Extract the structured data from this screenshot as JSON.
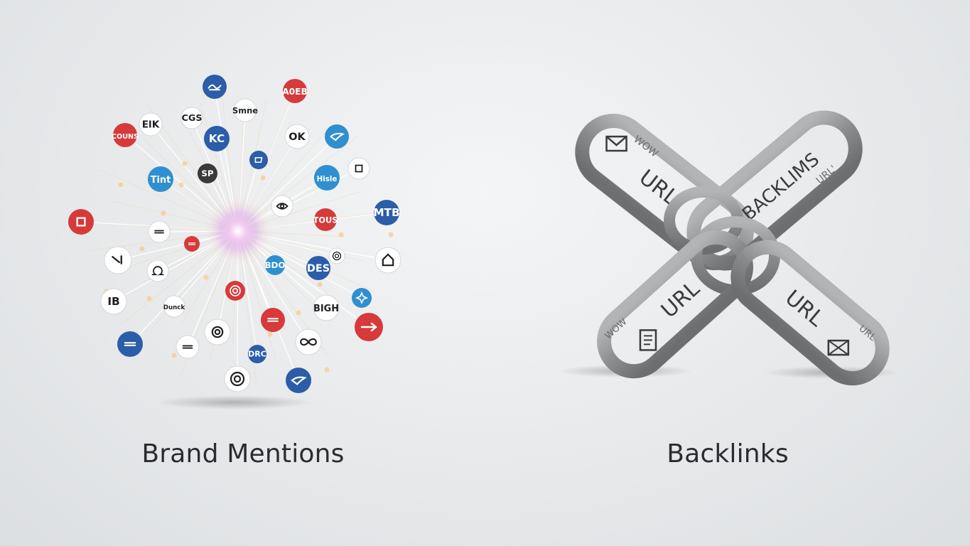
{
  "captions": {
    "left": "Brand Mentions",
    "right": "Backlinks"
  },
  "brand_nodes": [
    {
      "label": "",
      "color": "#2b5da8",
      "icon": "script-logo"
    },
    {
      "label": "A0EB",
      "color": "#d63a3a"
    },
    {
      "label": "Smne",
      "color": "#ffffff"
    },
    {
      "label": "ElK",
      "color": "#ffffff"
    },
    {
      "label": "CGS",
      "color": "#ffffff"
    },
    {
      "label": "COUNS",
      "color": "#d63a3a"
    },
    {
      "label": "KC",
      "color": "#2b5da8"
    },
    {
      "label": "OK",
      "color": "#ffffff"
    },
    {
      "label": "",
      "color": "#2f8fd0",
      "icon": "bird-logo"
    },
    {
      "label": "",
      "color": "#ffffff",
      "icon": "square-logo"
    },
    {
      "label": "Tint",
      "color": "#2f8fd0"
    },
    {
      "label": "SP",
      "color": "#3a3a3a"
    },
    {
      "label": "",
      "color": "#2b5da8",
      "icon": "flag-logo"
    },
    {
      "label": "Hisle",
      "color": "#2f8fd0"
    },
    {
      "label": "",
      "color": "#ffffff",
      "icon": "eye-logo"
    },
    {
      "label": "",
      "color": "#d63a3a",
      "icon": "square-logo"
    },
    {
      "label": "",
      "color": "#ffffff",
      "icon": "bar-logo"
    },
    {
      "label": "TOUS",
      "color": "#d63a3a"
    },
    {
      "label": "MTB",
      "color": "#2b5da8"
    },
    {
      "label": "",
      "color": "#d63a3a",
      "icon": "bar-logo"
    },
    {
      "label": "",
      "color": "#ffffff",
      "icon": "check-logo"
    },
    {
      "label": "",
      "color": "#ffffff",
      "icon": "house-logo"
    },
    {
      "label": "BDO",
      "color": "#2f8fd0"
    },
    {
      "label": "DES",
      "color": "#2b5da8"
    },
    {
      "label": "",
      "color": "#ffffff",
      "icon": "target-logo"
    },
    {
      "label": "",
      "color": "#ffffff",
      "icon": "omega-logo"
    },
    {
      "label": "IB",
      "color": "#ffffff"
    },
    {
      "label": "Dunck",
      "color": "#ffffff"
    },
    {
      "label": "",
      "color": "#d63a3a",
      "icon": "target-logo"
    },
    {
      "label": "",
      "color": "#2f8fd0",
      "icon": "star-logo"
    },
    {
      "label": "",
      "color": "#d63a3a",
      "icon": "bar-logo"
    },
    {
      "label": "BIGH",
      "color": "#ffffff"
    },
    {
      "label": "",
      "color": "#d63a3a",
      "icon": "arrow-logo"
    },
    {
      "label": "",
      "color": "#ffffff",
      "icon": "gear-logo"
    },
    {
      "label": "",
      "color": "#2b5da8",
      "icon": "bar-logo"
    },
    {
      "label": "",
      "color": "#ffffff",
      "icon": "bar-logo"
    },
    {
      "label": "",
      "color": "#ffffff",
      "icon": "infinity-logo"
    },
    {
      "label": "DRC",
      "color": "#2b5da8"
    },
    {
      "label": "",
      "color": "#ffffff",
      "icon": "target-logo"
    },
    {
      "label": "",
      "color": "#2b5da8",
      "icon": "bird-logo"
    },
    {
      "label": "",
      "color": "#ffffff",
      "icon": "bar-logo"
    }
  ],
  "links": {
    "link_a_labels": [
      "URL",
      "WOW"
    ],
    "link_b_labels": [
      "BACKLIMS",
      "URL'"
    ],
    "link_c_labels": [
      "URL",
      "WOW"
    ],
    "link_d_labels": [
      "URL",
      "URL"
    ],
    "icons": [
      "envelope-icon",
      "document-icon",
      "envelope-open-icon"
    ]
  },
  "colors": {
    "red": "#d63a3a",
    "blue": "#2b5da8",
    "sky": "#2f8fd0",
    "link_gray": "#8a8b8d",
    "text": "#2a2c30"
  }
}
